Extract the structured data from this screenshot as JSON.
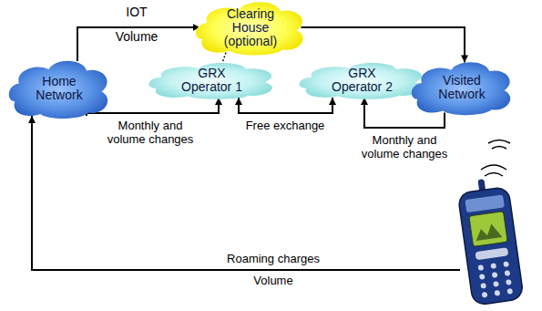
{
  "diagram": {
    "nodes": [
      {
        "text": [
          "Home Network"
        ]
      },
      {
        "text": [
          "Clearing House (optional)"
        ]
      },
      {
        "text": [
          "GRX Operator 1"
        ]
      },
      {
        "text": [
          "GRX Operator 2"
        ]
      },
      {
        "text": [
          "Visited Network"
        ]
      }
    ],
    "edges": [
      {
        "from": 0,
        "to": 1,
        "arrow": "to",
        "label": "IOT Volume"
      },
      {
        "from": 1,
        "to": 4,
        "arrow": "to"
      },
      {
        "from": 1,
        "to": 2,
        "arrow": "none"
      },
      {
        "from": 0,
        "to": 2,
        "arrow": "to",
        "label": "Monthly and volume changes"
      },
      {
        "from": 2,
        "to": 3,
        "arrow": "both",
        "label": "Free exchange"
      },
      {
        "from": 4,
        "to": 3,
        "arrow": "to",
        "label": "Monthly and volume changes"
      }
    ],
    "labels": [
      "Roaming charges",
      "Volume"
    ]
  }
}
